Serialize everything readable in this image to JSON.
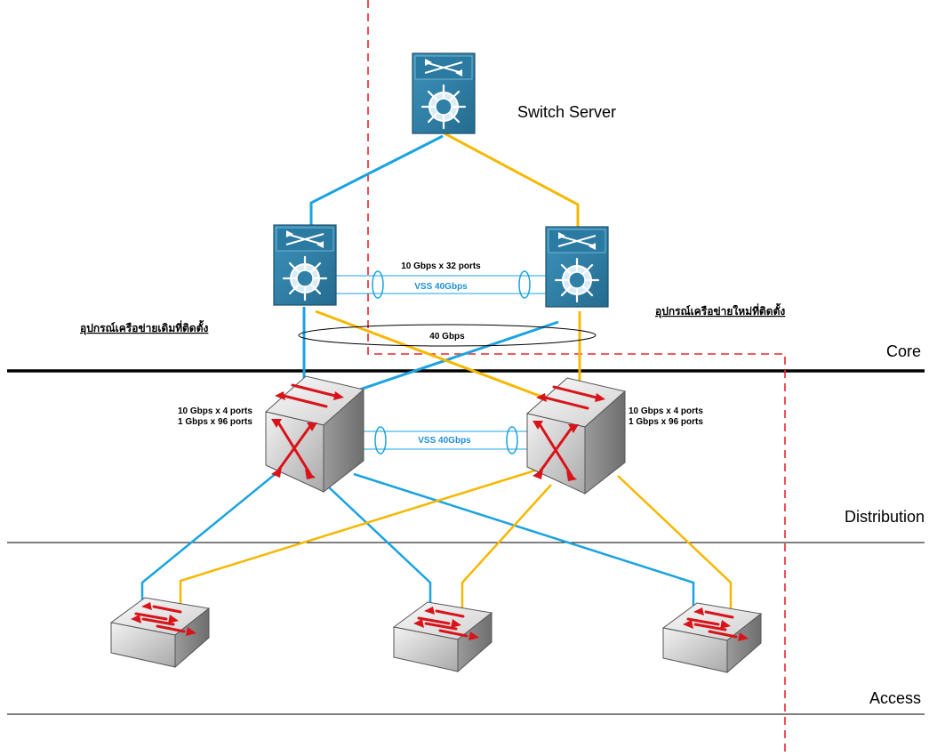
{
  "labels": {
    "switch_server": "Switch Server",
    "core_uplink": "10 Gbps x 32 ports",
    "core_vss": "VSS 40Gbps",
    "core_bundle": "40 Gbps",
    "old_equipment": "อุปกรณ์เครือข่ายเดิมที่ติดตั้ง",
    "new_equipment": "อุปกรณ์เครือข่ายใหม่ที่ติดตั้ง",
    "dist_left_line1": "10 Gbps x 4 ports",
    "dist_left_line2": "1 Gbps x 96 ports",
    "dist_right_line1": "10 Gbps x 4 ports",
    "dist_right_line2": "1 Gbps x 96 ports",
    "dist_vss": "VSS 40Gbps"
  },
  "layers": {
    "core": "Core",
    "distribution": "Distribution",
    "access": "Access"
  },
  "colors": {
    "blue_link": "#1aa3e0",
    "yellow_link": "#f5b800",
    "vss_blue": "#1f8fd6",
    "divider_red": "#e8262a",
    "l3_switch_blue": "#2f7fa6",
    "arrow_red": "#d8141a"
  },
  "icons": {
    "server_switch": "multilayer-switch-icon",
    "core_switch": "multilayer-switch-icon",
    "distribution_switch": "atm-switch-cube-icon",
    "access_switch": "workgroup-switch-icon"
  }
}
